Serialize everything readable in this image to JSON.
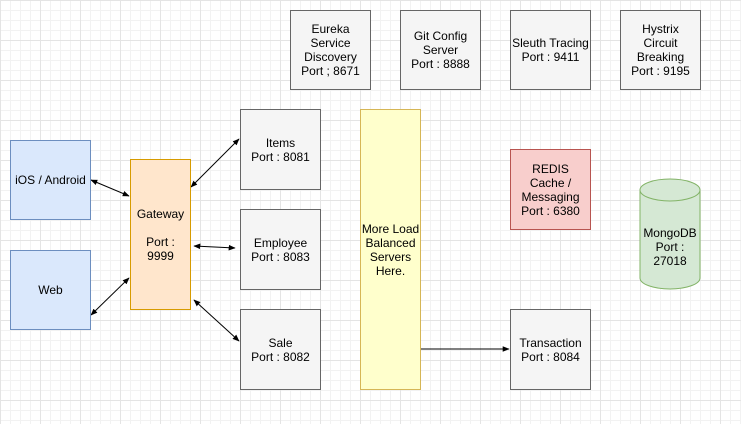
{
  "nodes": {
    "eureka": "Eureka\nService\nDiscovery\nPort ; 8671",
    "git_config": "Git Config\nServer\nPort : 8888",
    "sleuth": "Sleuth Tracing\nPort : 9411",
    "hystrix": "Hystrix\nCircuit\nBreaking\nPort : 9195",
    "ios_android": "iOS / Android",
    "web": "Web",
    "gateway": "Gateway\n\nPort :\n9999",
    "items": "Items\nPort : 8081",
    "employee": "Employee\nPort : 8083",
    "sale": "Sale\nPort : 8082",
    "load_balanced": "More Load\nBalanced\nServers\nHere.",
    "redis": "REDIS\nCache /\nMessaging\nPort : 6380",
    "mongodb": "MongoDB\nPort :\n27018",
    "transaction": "Transaction\nPort : 8084"
  },
  "colors": {
    "gray_fill": "#f5f5f5",
    "blue_fill": "#dae8fc",
    "orange_fill": "#ffe6cc",
    "yellow_fill": "#ffffcc",
    "red_fill": "#f8cecc",
    "green_fill": "#d5e8d4",
    "green_stroke": "#82b366"
  }
}
